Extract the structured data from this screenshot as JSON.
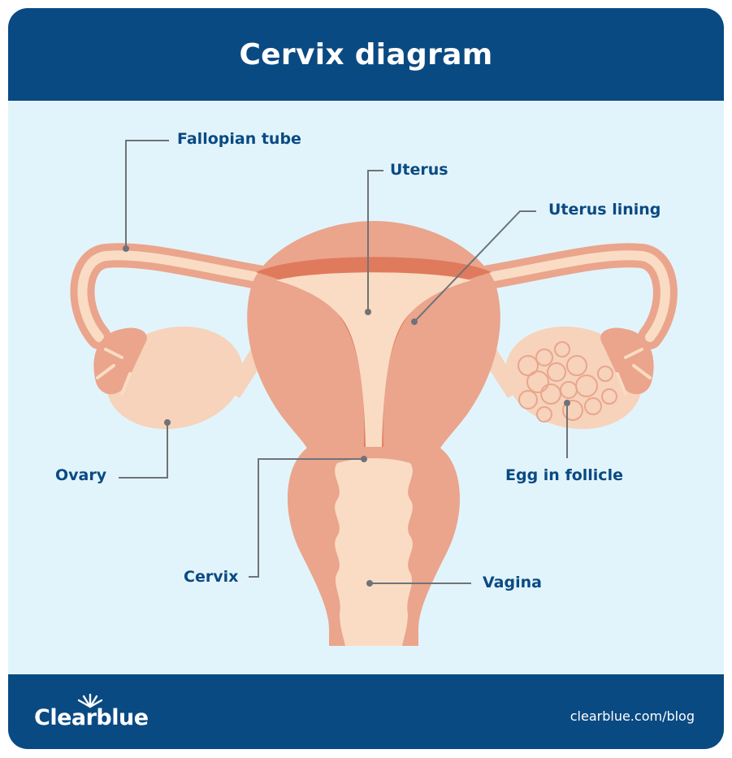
{
  "header": {
    "title": "Cervix diagram"
  },
  "labels": {
    "fallopian_tube": "Fallopian tube",
    "uterus": "Uterus",
    "uterus_lining": "Uterus lining",
    "ovary": "Ovary",
    "egg_in_follicle": "Egg in follicle",
    "cervix": "Cervix",
    "vagina": "Vagina"
  },
  "footer": {
    "brand": "Clearblue",
    "url": "clearblue.com/blog"
  },
  "colors": {
    "navy": "#0a4a83",
    "background": "#e2f4fb",
    "tissue": "#eaa58c",
    "tissue_dark": "#e07a5c",
    "inner": "#f9dcc3",
    "leader": "#6f7378"
  },
  "icons": [
    "brand-sunburst-icon"
  ]
}
